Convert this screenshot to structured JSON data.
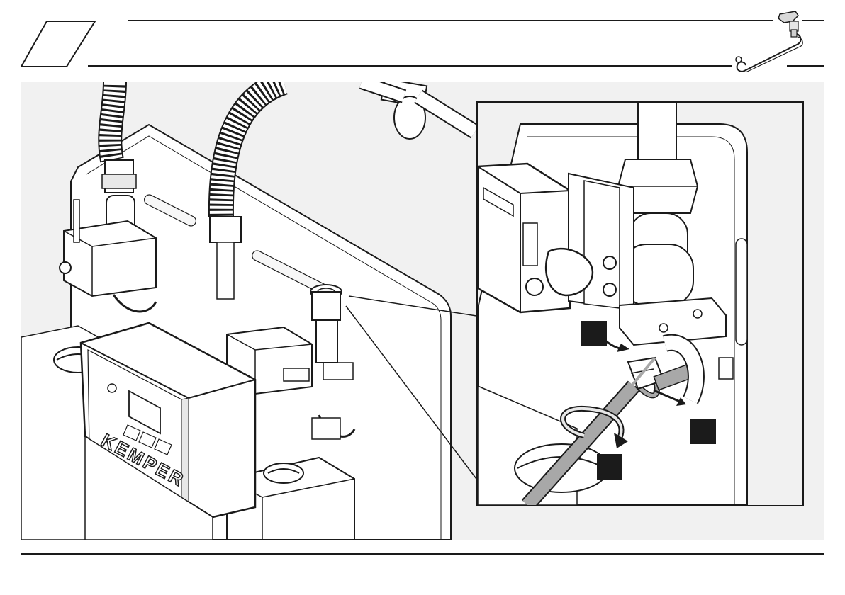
{
  "page": {
    "step_badge": {
      "shape": "parallelogram",
      "text": ""
    },
    "header_tool_icon": "key-tool-icon",
    "brand_label": "KEMPER"
  },
  "detail_inset": {
    "callouts": [
      {
        "id": "callout-1",
        "text": ""
      },
      {
        "id": "callout-2",
        "text": ""
      },
      {
        "id": "callout-3",
        "text": ""
      }
    ],
    "arrows": [
      "push-down-arrow-icon",
      "pull-right-arrow-icon",
      "rotate-arrow-icon"
    ]
  },
  "colors": {
    "ink": "#1a1a1a",
    "panel_bg": "#f1f1f1",
    "callout_fill": "#1b1b1b",
    "highlight_gray": "#a8a8a8"
  }
}
